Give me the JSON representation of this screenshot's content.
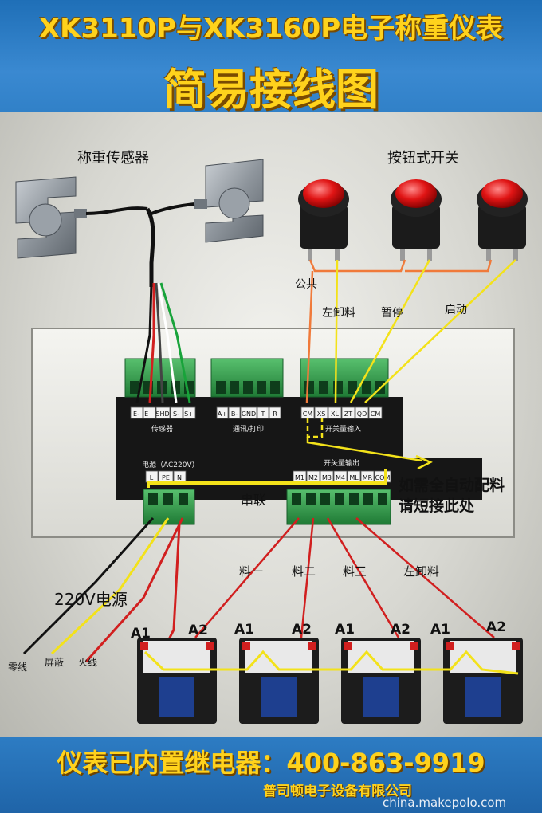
{
  "header": {
    "title": "XK3110P与XK3160P电子称重仪表",
    "subtitle": "简易接线图"
  },
  "sensor_section": {
    "label": "称重传感器"
  },
  "switch_section": {
    "label": "按钮式开关"
  },
  "switch_wires": {
    "common": "公共",
    "unload_left": "左卸料",
    "pause": "暂停",
    "start": "启动"
  },
  "terminals": {
    "sensor": [
      "E-",
      "E+",
      "SHD",
      "S-",
      "S+"
    ],
    "sensor_label": "传感器",
    "comm": [
      "A+",
      "B-",
      "GND",
      "T",
      "R"
    ],
    "comm_label": "通讯/打印",
    "input": [
      "CM",
      "XS",
      "XL",
      "ZT",
      "QD",
      "CM"
    ],
    "input_label": "开关量输入",
    "power_label": "电源（AC220V）",
    "power": [
      "L",
      "PE",
      "N"
    ],
    "output_label": "开关量输出",
    "output": [
      "M1",
      "M2",
      "M3",
      "M4",
      "ML",
      "MR",
      "COM"
    ]
  },
  "annotations": {
    "auto_batch_line1": "如需全自动配料",
    "auto_batch_line2": "请短接此处",
    "series": "串联",
    "power_source": "220V电源"
  },
  "power_wires": [
    "零线",
    "屏蔽",
    "火线"
  ],
  "material_wires": [
    "料一",
    "料二",
    "料三",
    "左卸料"
  ],
  "contactor_pins": {
    "a1": "A1",
    "a2": "A2"
  },
  "footer": {
    "relay_note": "仪表已内置继电器：400-863-9919",
    "company": "普司顿电子设备有限公司"
  },
  "watermark": "china.makepolo.com",
  "colors": {
    "background_blue": "#2f7fc6",
    "title_yellow": "#ffd21c",
    "wire_red": "#d11f1f",
    "wire_yellow": "#f3e21a",
    "wire_orange": "#f07a3a",
    "wire_green": "#18a33a",
    "terminal_green": "#2f9a48",
    "device_black": "#151515"
  },
  "icons": [
    "load-cell-icon",
    "push-button-icon",
    "terminal-block-icon",
    "contactor-icon"
  ]
}
